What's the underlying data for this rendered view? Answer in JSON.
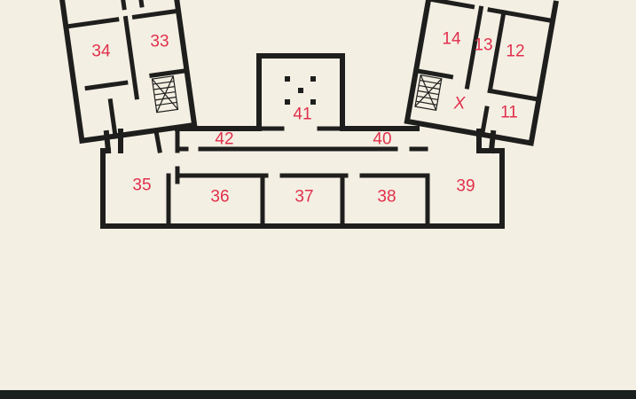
{
  "colors": {
    "paper": "#f4efe3",
    "wall": "#1e1f1d",
    "room_label": "#e0304c",
    "bottom_band": "#1a201e"
  },
  "rooms": [
    {
      "id": "r34",
      "label": "34"
    },
    {
      "id": "r33",
      "label": "33"
    },
    {
      "id": "r14",
      "label": "14"
    },
    {
      "id": "r13",
      "label": "13"
    },
    {
      "id": "r12",
      "label": "12"
    },
    {
      "id": "rX",
      "label": "X"
    },
    {
      "id": "r11",
      "label": "11"
    },
    {
      "id": "r41",
      "label": "41"
    },
    {
      "id": "r42",
      "label": "42"
    },
    {
      "id": "r40",
      "label": "40"
    },
    {
      "id": "r35",
      "label": "35"
    },
    {
      "id": "r36",
      "label": "36"
    },
    {
      "id": "r37",
      "label": "37"
    },
    {
      "id": "r38",
      "label": "38"
    },
    {
      "id": "r39",
      "label": "39"
    }
  ],
  "icons": [
    "staircase-icon"
  ]
}
